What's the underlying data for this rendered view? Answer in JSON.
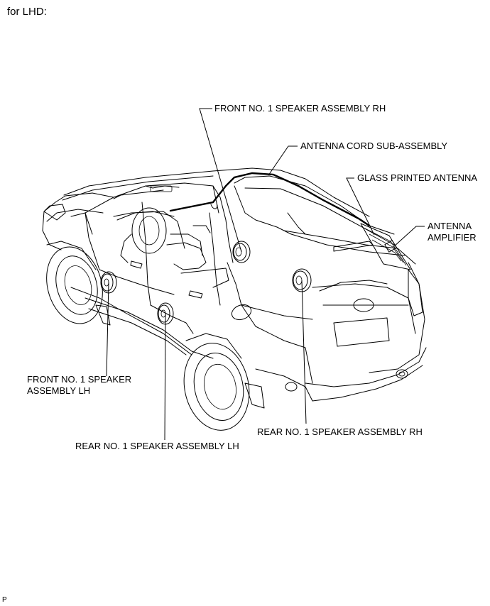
{
  "header": {
    "title": "for LHD:"
  },
  "labels": {
    "front_rh": "FRONT NO. 1 SPEAKER ASSEMBLY RH",
    "antenna_cord": "ANTENNA CORD SUB-ASSEMBLY",
    "glass_antenna": "GLASS PRINTED ANTENNA",
    "antenna_amp_1": "ANTENNA",
    "antenna_amp_2": "AMPLIFIER",
    "front_lh_1": "FRONT NO. 1 SPEAKER",
    "front_lh_2": "ASSEMBLY LH",
    "rear_rh": "REAR NO. 1 SPEAKER ASSEMBLY RH",
    "rear_lh": "REAR NO. 1 SPEAKER ASSEMBLY LH"
  },
  "footer": {
    "code": "P"
  }
}
